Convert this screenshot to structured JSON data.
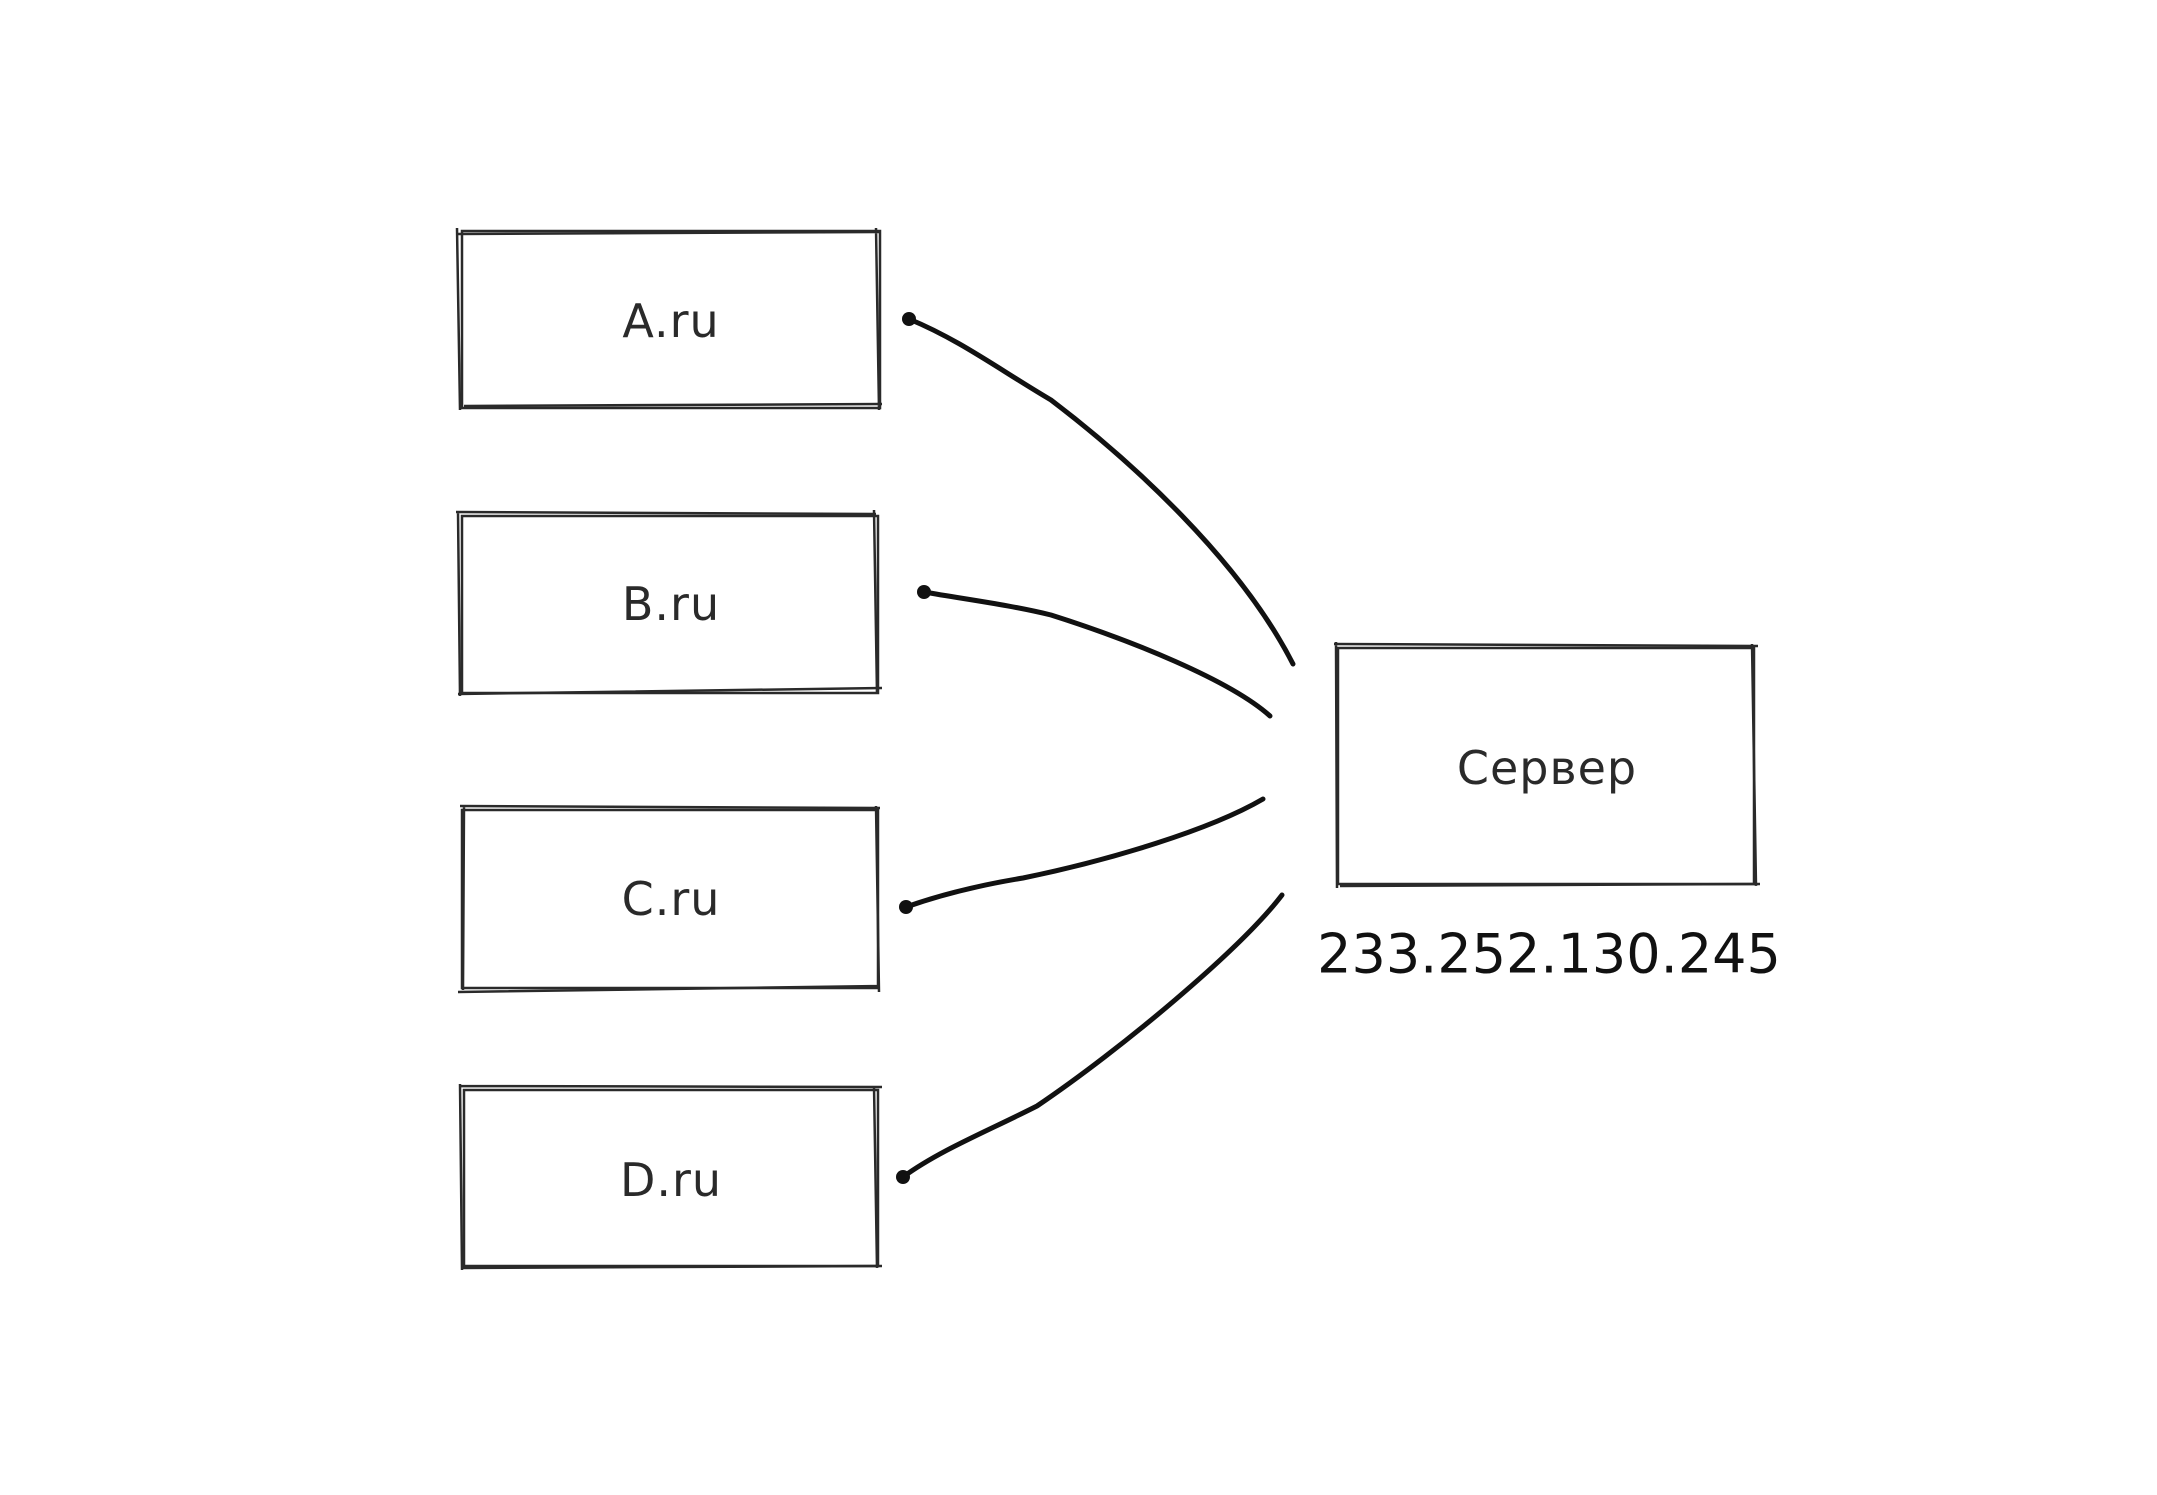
{
  "clients": [
    {
      "label": "A.ru"
    },
    {
      "label": "B.ru"
    },
    {
      "label": "C.ru"
    },
    {
      "label": "D.ru"
    }
  ],
  "server": {
    "label": "Сервер",
    "ip": "233.252.130.245"
  },
  "colors": {
    "stroke": "#111111",
    "box_stroke": "#2a2a2a",
    "background": "#ffffff"
  }
}
